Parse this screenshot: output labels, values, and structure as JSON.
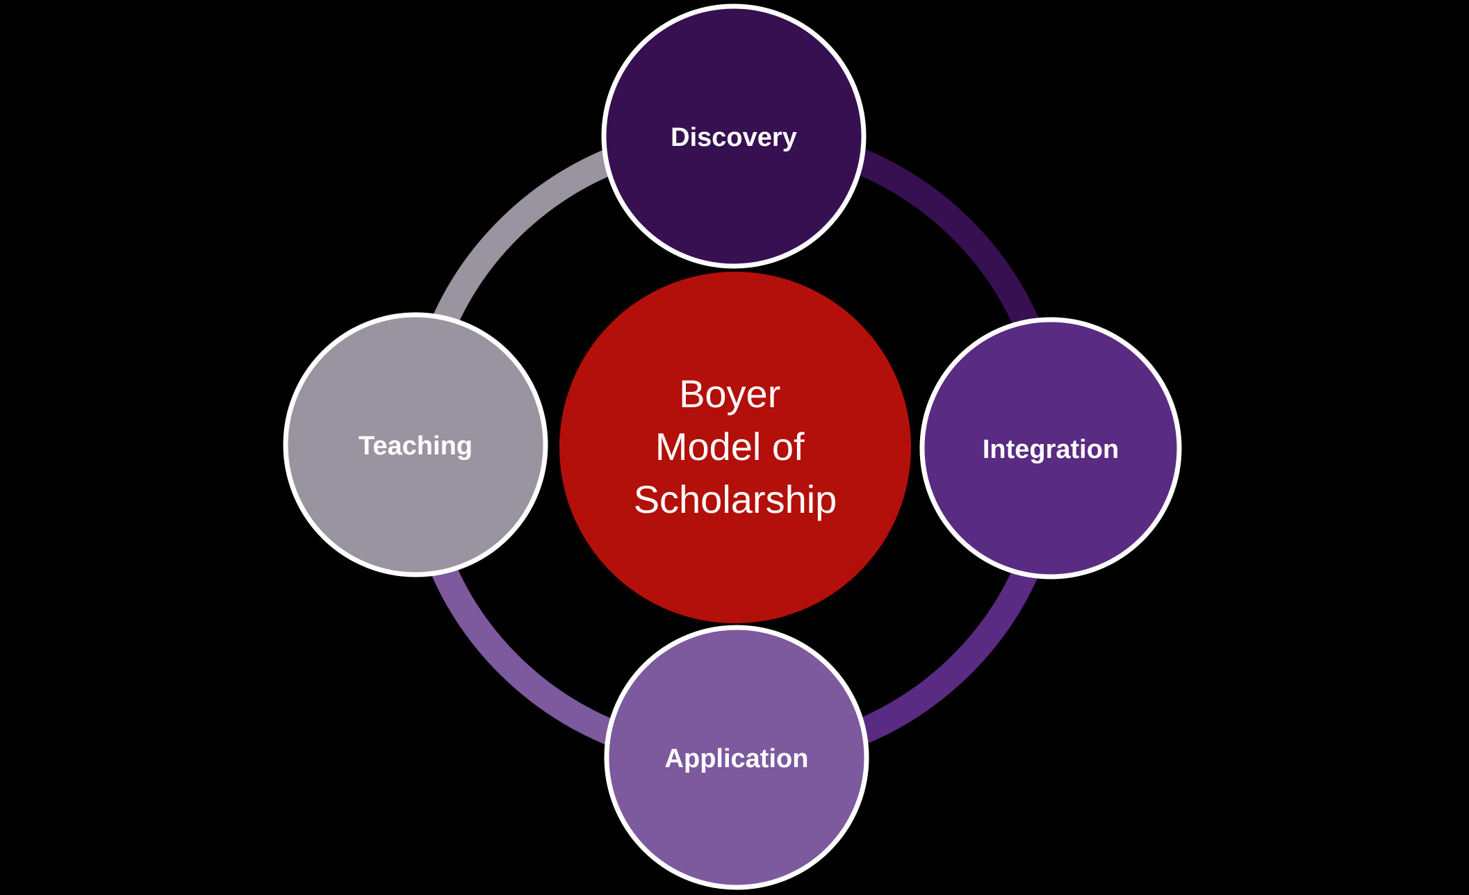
{
  "title": "Boyer Model of Scholarship",
  "background_color": "#000000",
  "text_color": "#FFFFFF",
  "node_border_color": "#FFFFFF",
  "center": {
    "label": "Boyer Model of Scholarship",
    "lines": [
      "Boyer",
      "Model of",
      "Scholarship"
    ],
    "fill": "#B30F0B"
  },
  "nodes": {
    "discovery": {
      "label": "Discovery",
      "fill": "#361050",
      "position": "top"
    },
    "integration": {
      "label": "Integration",
      "fill": "#5A2B82",
      "position": "right"
    },
    "application": {
      "label": "Application",
      "fill": "#7C5A9D",
      "position": "bottom"
    },
    "teaching": {
      "label": "Teaching",
      "fill": "#9A94A0",
      "position": "left"
    }
  },
  "ring": {
    "segments": {
      "teaching_to_discovery": {
        "from": "Teaching",
        "to": "Discovery",
        "color": "#9A94A0"
      },
      "discovery_to_integration": {
        "from": "Discovery",
        "to": "Integration",
        "color": "#361050"
      },
      "integration_to_application": {
        "from": "Integration",
        "to": "Application",
        "color": "#5A2B82"
      },
      "application_to_teaching": {
        "from": "Application",
        "to": "Teaching",
        "color": "#7C5A9D"
      }
    }
  }
}
